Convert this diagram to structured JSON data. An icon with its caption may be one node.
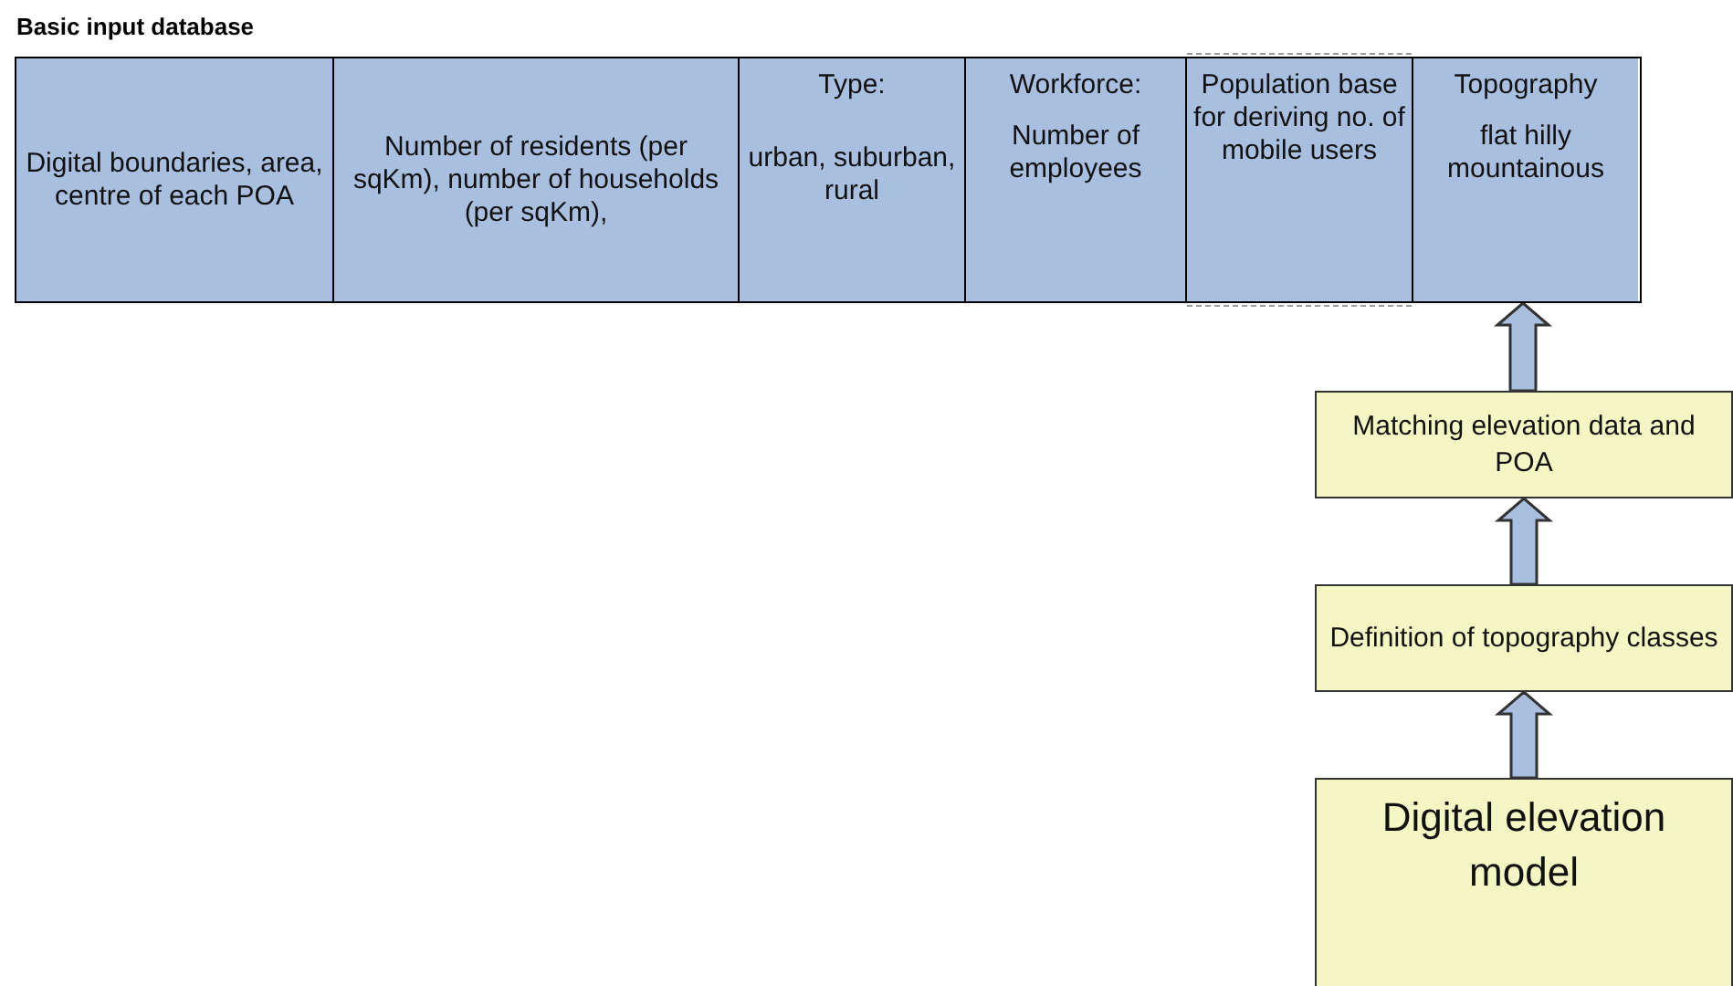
{
  "diagram": {
    "nodes": [
      {
        "text": [
          "Basic input database"
        ]
      },
      {
        "text": [
          "Digital boundaries, area, centre of each POA"
        ],
        "in": 0
      },
      {
        "text": [
          "Number of residents (per sqKm), number of households (per sqKm),"
        ],
        "in": 0
      },
      {
        "text": [
          "Type:",
          "urban, suburban, rural"
        ],
        "in": 0
      },
      {
        "text": [
          "Workforce:",
          "Number of employees"
        ],
        "in": 0
      },
      {
        "text": [
          "Population base for deriving no. of mobile users"
        ],
        "in": 0
      },
      {
        "text": [
          "Topography",
          "flat hilly mountainous"
        ],
        "in": 0
      },
      {
        "text": [
          "Matching elevation data and POA"
        ]
      },
      {
        "text": [
          "Definition of topography classes"
        ]
      },
      {
        "text": [
          "Digital elevation model"
        ]
      }
    ],
    "edges": [
      {
        "from": 7,
        "to": 6,
        "arrow": "to"
      },
      {
        "from": 8,
        "to": 7,
        "arrow": "to"
      },
      {
        "from": 9,
        "to": 8,
        "arrow": "to"
      }
    ]
  }
}
